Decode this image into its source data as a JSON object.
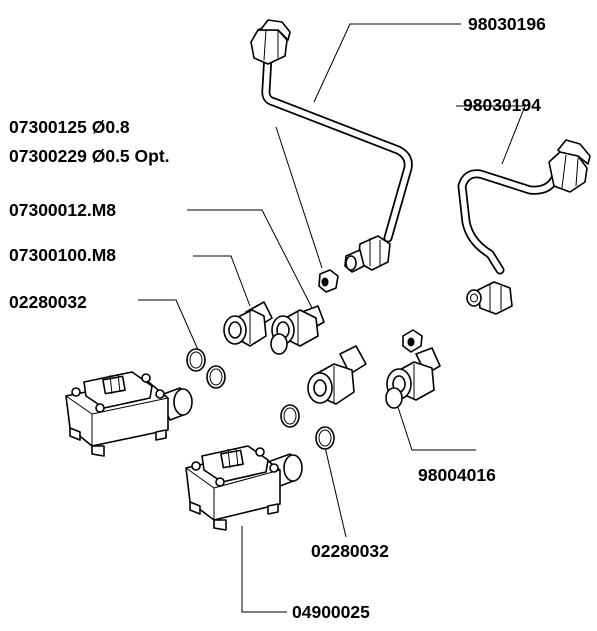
{
  "callouts": {
    "pipe_top": "98030196",
    "pipe_right": "98030194",
    "nozzle_08": "07300125  Ø0.8",
    "nozzle_05": "07300229  Ø0.5  Opt.",
    "fitting_a": "07300012.M8",
    "fitting_b": "07300100.M8",
    "oring_left": "02280032",
    "oring_right_ring": "98004016",
    "oring_bottom": "02280032",
    "valve_body": "04900025"
  }
}
